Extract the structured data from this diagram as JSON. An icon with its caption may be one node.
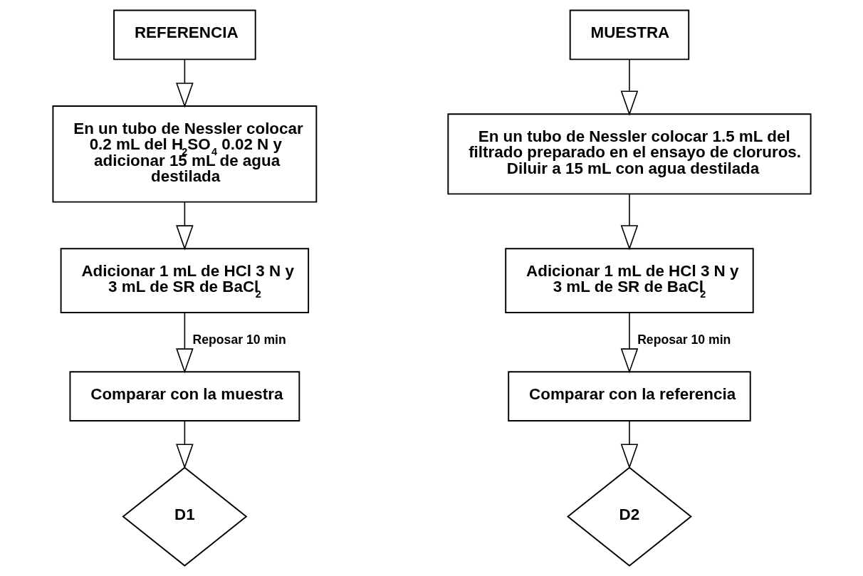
{
  "diagram": {
    "nodes": [
      {
        "text": [
          "REFERENCIA"
        ]
      },
      {
        "text": [
          "En un tubo de Nessler colocar 0.2 mL del H$_{2}$SO$_{4}$ 0.02 N y adicionar 15 mL de agua destilada"
        ]
      },
      {
        "text": [
          "Adicionar 1 mL de HCl 3 N y 3 mL de SR de BaCl$_{2}$"
        ]
      },
      {
        "text": [
          "Comparar con la muestra"
        ]
      },
      {
        "text": [
          "D1"
        ]
      },
      {
        "text": [
          "MUESTRA"
        ]
      },
      {
        "text": [
          "En un tubo de Nessler colocar 1.5 mL del filtrado preparado en el ensayo de cloruros. Diluir a 15 mL con agua destilada"
        ]
      },
      {
        "text": [
          "Adicionar 1 mL de HCl 3 N y 3 mL de SR de BaCl$_{2}$"
        ]
      },
      {
        "text": [
          "Comparar con la referencia"
        ]
      },
      {
        "text": [
          "D2"
        ]
      }
    ],
    "edges": [
      {
        "from": 0,
        "to": 1,
        "arrow": "to"
      },
      {
        "from": 1,
        "to": 2,
        "arrow": "to"
      },
      {
        "from": 2,
        "to": 3,
        "arrow": "to",
        "label": "Reposar 10 min"
      },
      {
        "from": 3,
        "to": 4,
        "arrow": "to"
      },
      {
        "from": 5,
        "to": 6,
        "arrow": "to"
      },
      {
        "from": 6,
        "to": 7,
        "arrow": "to"
      },
      {
        "from": 7,
        "to": 8,
        "arrow": "to",
        "label": "Reposar 10 min"
      },
      {
        "from": 8,
        "to": 9,
        "arrow": "to"
      }
    ]
  }
}
